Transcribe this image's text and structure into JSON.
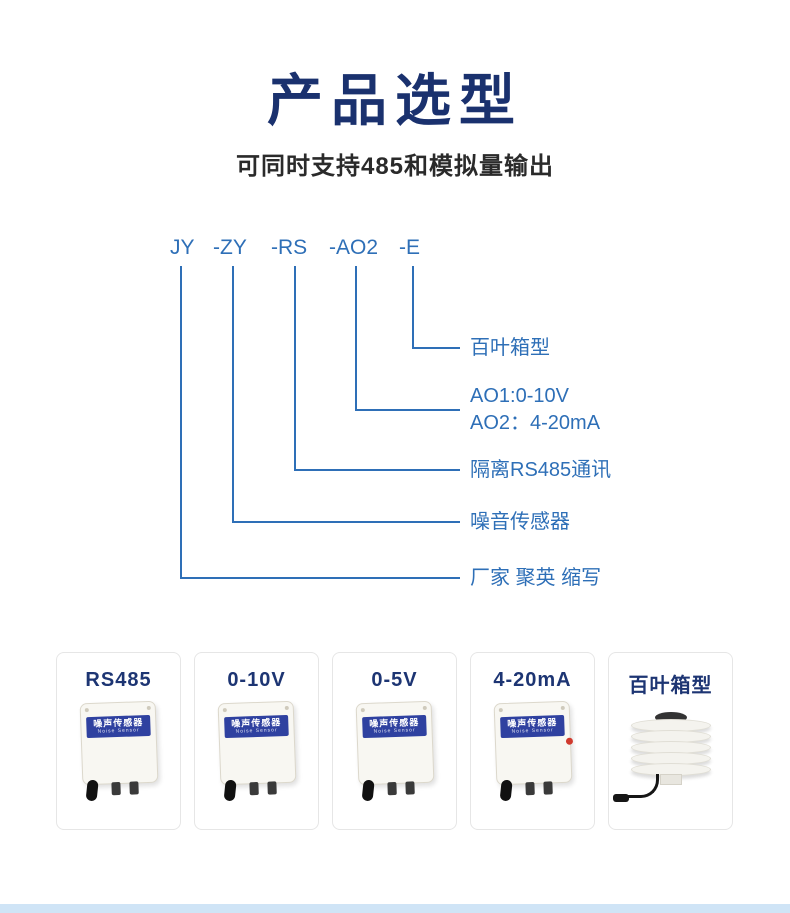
{
  "page": {
    "title": "产品选型",
    "subtitle": "可同时支持485和模拟量输出"
  },
  "model_code": {
    "segments": [
      "JY",
      "-ZY",
      "-RS",
      "-AO2",
      "-E"
    ],
    "labels": [
      {
        "line1": "百叶箱型"
      },
      {
        "line1": "AO1:0-10V",
        "line2": "AO2：4-20mA"
      },
      {
        "line1": "隔离RS485通讯"
      },
      {
        "line1": "噪音传感器"
      },
      {
        "line1": "厂家 聚英 缩写"
      }
    ]
  },
  "products": [
    {
      "label": "RS485"
    },
    {
      "label": "0-10V"
    },
    {
      "label": "0-5V"
    },
    {
      "label": "4-20mA"
    },
    {
      "label": "百叶箱型"
    }
  ],
  "device": {
    "band_line1": "噪声传感器",
    "band_line2": "Noise Sensor"
  },
  "colors": {
    "title_navy": "#1a316e",
    "diagram_blue": "#2e6fb7",
    "card_label_navy": "#1d3573",
    "sensor_band_blue": "#2f41a0",
    "indicator_red": "#d03a2e",
    "footer_strip_blue": "#cfe4f6"
  }
}
